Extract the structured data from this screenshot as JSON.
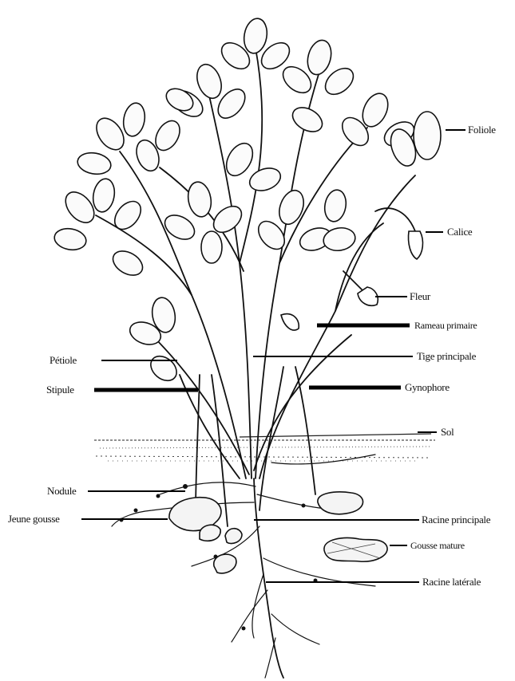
{
  "labels": {
    "foliole": "Foliole",
    "calice": "Calice",
    "fleur": "Fleur",
    "rameau_primaire": "Rameau primaire",
    "tige_principale": "Tige principale",
    "gynophore": "Gynophore",
    "sol": "Sol",
    "racine_principale": "Racine principale",
    "gousse_mature": "Gousse mature",
    "racine_laterale": "Racine latérale",
    "petiole": "Pétiole",
    "stipule": "Stipule",
    "nodule": "Nodule",
    "jeune_gousse": "Jeune gousse"
  }
}
